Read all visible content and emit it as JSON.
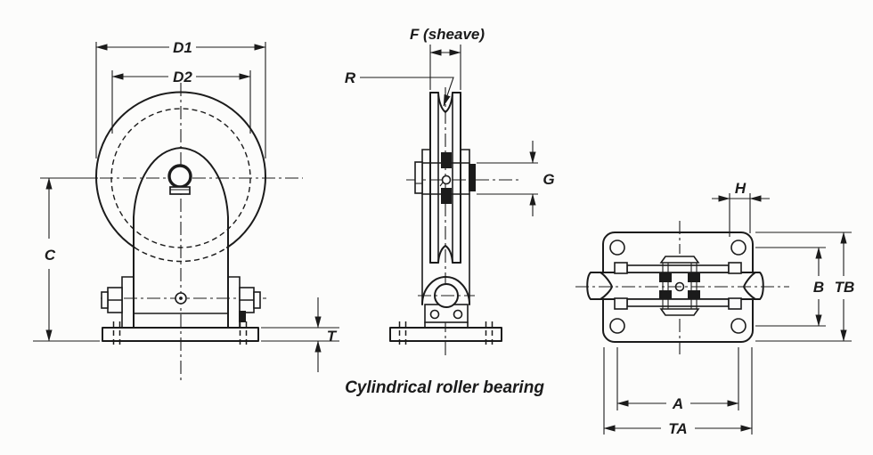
{
  "caption": "Cylindrical roller bearing",
  "colors": {
    "line": "#1b1b1b",
    "background": "#fcfcfb"
  },
  "views": {
    "front": {
      "title": "front-elevation-of-pulley-block",
      "labels": {
        "d1": "D1",
        "d2": "D2",
        "c": "C",
        "t": "T"
      }
    },
    "side": {
      "title": "side-elevation-of-pulley-block",
      "labels": {
        "f": "F (sheave)",
        "r": "R",
        "g": "G"
      }
    },
    "top": {
      "title": "plan-view-of-pulley-block",
      "labels": {
        "h": "H",
        "b": "B",
        "tb": "TB",
        "a": "A",
        "ta": "TA"
      }
    }
  }
}
